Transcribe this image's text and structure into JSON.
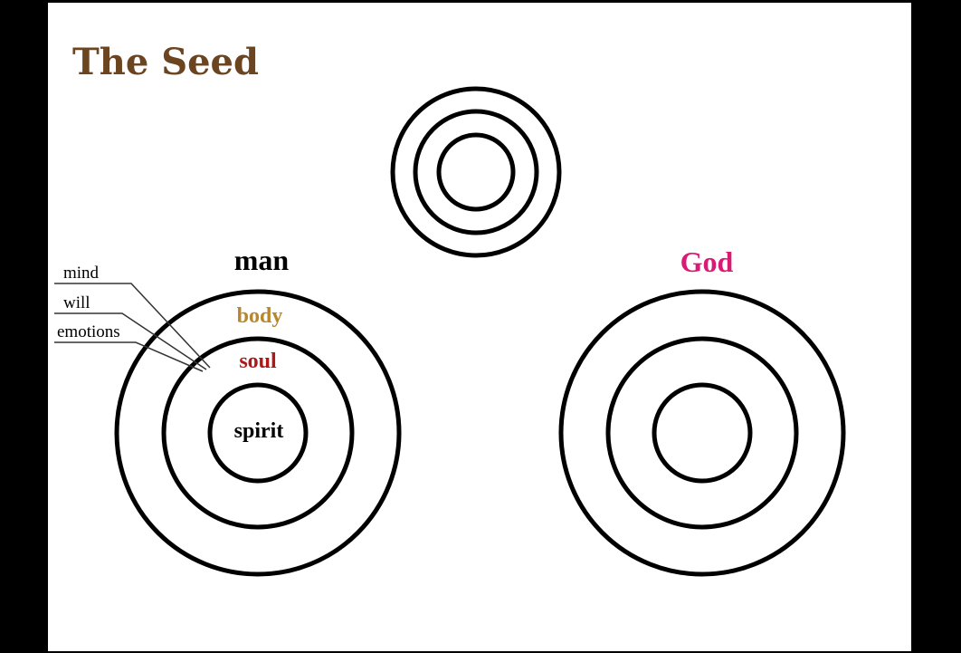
{
  "slide": {
    "title": "The Seed",
    "title_color": "#6b4420",
    "background": "#ffffff",
    "frame": "#000000"
  },
  "man": {
    "label": "man",
    "label_color": "#000000",
    "layers": {
      "body": "body",
      "soul": "soul",
      "spirit": "spirit"
    },
    "layer_colors": {
      "body": "#b8862b",
      "soul": "#b01818",
      "spirit": "#000000"
    },
    "soul_parts": [
      "mind",
      "will",
      "emotions"
    ]
  },
  "god": {
    "label": "God",
    "label_color": "#d81b73"
  },
  "seed": {
    "rings": 3
  }
}
